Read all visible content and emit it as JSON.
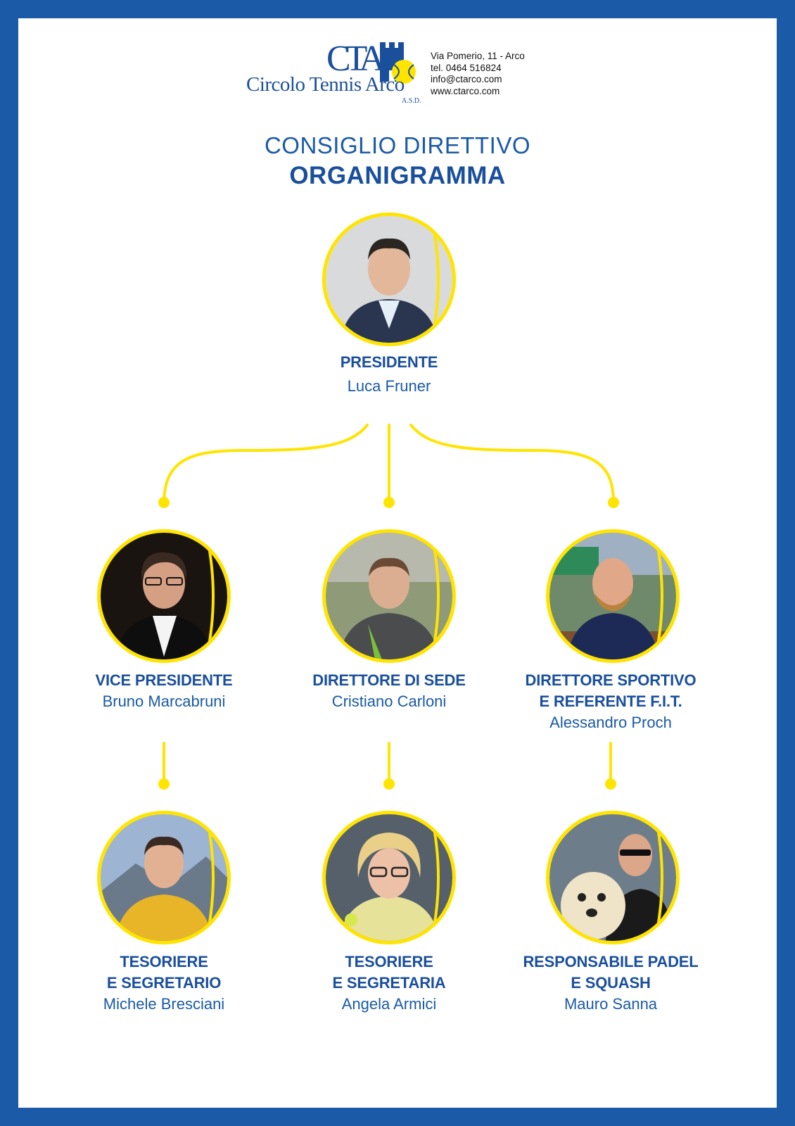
{
  "header": {
    "logo": {
      "monogram": "CTA",
      "name": "Circolo Tennis Arco",
      "suffix": "A.S.D."
    },
    "contact": {
      "address": "Via Pomerio, 11 - Arco",
      "phone": "tel. 0464 516824",
      "email": "info@ctarco.com",
      "website": "www.ctarco.com"
    }
  },
  "titles": {
    "line1": "CONSIGLIO DIRETTIVO",
    "line2": "ORGANIGRAMMA"
  },
  "colors": {
    "brand_blue": "#1a5aa6",
    "accent_yellow": "#ffe400"
  },
  "members": {
    "president": {
      "role_lines": [
        "PRESIDENTE"
      ],
      "name": "Luca Fruner"
    },
    "vice_president": {
      "role_lines": [
        "VICE PRESIDENTE"
      ],
      "name": "Bruno Marcabruni"
    },
    "site_director": {
      "role_lines": [
        "DIRETTORE DI SEDE"
      ],
      "name": "Cristiano Carloni"
    },
    "sports_director": {
      "role_lines": [
        "DIRETTORE SPORTIVO",
        "E REFERENTE F.I.T."
      ],
      "name": "Alessandro Proch"
    },
    "treasurer_m": {
      "role_lines": [
        "TESORIERE",
        "E SEGRETARIO"
      ],
      "name": "Michele Bresciani"
    },
    "treasurer_f": {
      "role_lines": [
        "TESORIERE",
        "E SEGRETARIA"
      ],
      "name": "Angela Armici"
    },
    "padel_squash": {
      "role_lines": [
        "RESPONSABILE PADEL",
        "E SQUASH"
      ],
      "name": "Mauro Sanna"
    }
  }
}
